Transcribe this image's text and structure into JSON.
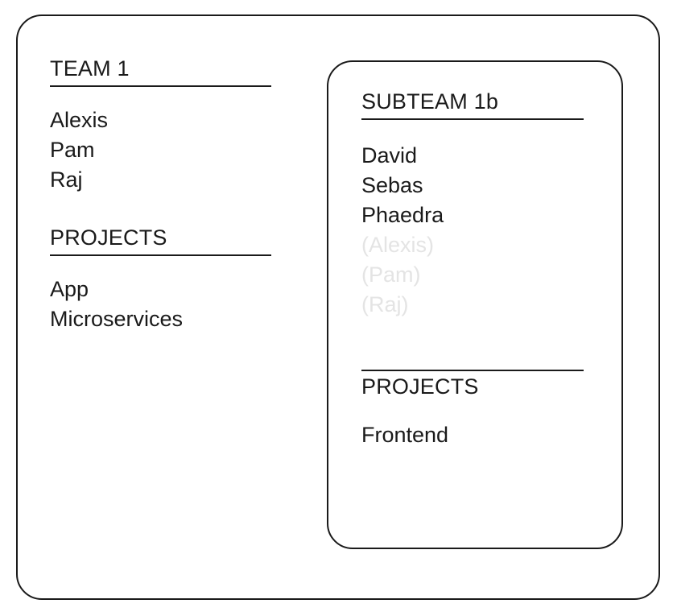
{
  "diagram": {
    "team": {
      "heading": "TEAM 1",
      "members_section": {
        "members": [
          "Alexis",
          "Pam",
          "Raj"
        ]
      },
      "projects_section": {
        "heading": "PROJECTS",
        "projects": [
          "App",
          "Microservices"
        ]
      }
    },
    "subteam": {
      "heading": "SUBTEAM 1b",
      "members_section": {
        "members": [
          "David",
          "Sebas",
          "Phaedra"
        ],
        "inherited_members": [
          "(Alexis)",
          "(Pam)",
          "(Raj)"
        ]
      },
      "projects_section": {
        "heading": "PROJECTS",
        "projects": [
          "Frontend"
        ]
      }
    }
  },
  "colors": {
    "border": "#1a1a1a",
    "text": "#1a1a1a",
    "inherited_text": "#e4e4e4",
    "background": "#ffffff"
  }
}
